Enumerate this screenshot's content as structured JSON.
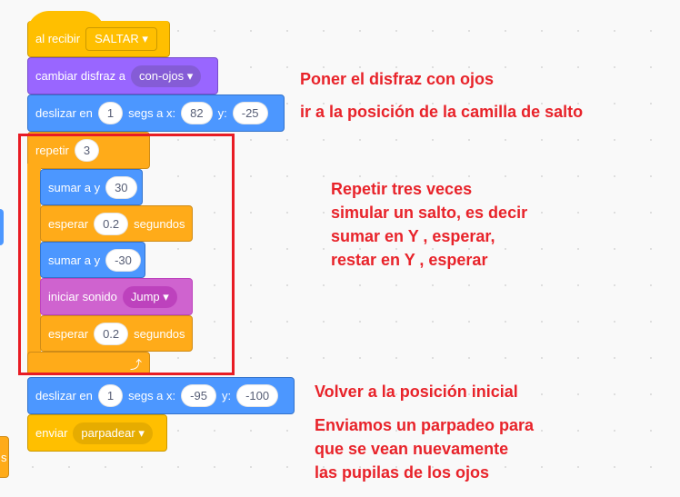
{
  "blocks": {
    "hat": {
      "label": "al recibir",
      "value": "SALTAR"
    },
    "costume": {
      "label": "cambiar disfraz a",
      "value": "con-ojos"
    },
    "glide1": {
      "label": "deslizar en",
      "secs": "1",
      "label2": "segs a x:",
      "x": "82",
      "label3": "y:",
      "y": "-25"
    },
    "repeat": {
      "label": "repetir",
      "count": "3"
    },
    "change1": {
      "label": "sumar a y",
      "value": "30"
    },
    "wait1": {
      "label": "esperar",
      "value": "0.2",
      "unit": "segundos"
    },
    "change2": {
      "label": "sumar a y",
      "value": "-30"
    },
    "sound": {
      "label": "iniciar sonido",
      "value": "Jump"
    },
    "wait2": {
      "label": "esperar",
      "value": "0.2",
      "unit": "segundos"
    },
    "glide2": {
      "label": "deslizar en",
      "secs": "1",
      "label2": "segs a x:",
      "x": "-95",
      "label3": "y:",
      "y": "-100"
    },
    "broadcast": {
      "label": "enviar",
      "value": "parpadear"
    },
    "side": {
      "text": "s"
    }
  },
  "notes": {
    "n1": "Poner el disfraz con ojos",
    "n2": "ir a la posición de la camilla de salto",
    "n3": [
      "Repetir tres veces",
      "simular un salto, es decir",
      "sumar en Y , esperar,",
      "restar en Y , esperar"
    ],
    "n4": "Volver a la posición inicial",
    "n5": [
      "Enviamos un parpadeo para",
      "que se vean nuevamente",
      "las pupilas de los ojos"
    ]
  }
}
